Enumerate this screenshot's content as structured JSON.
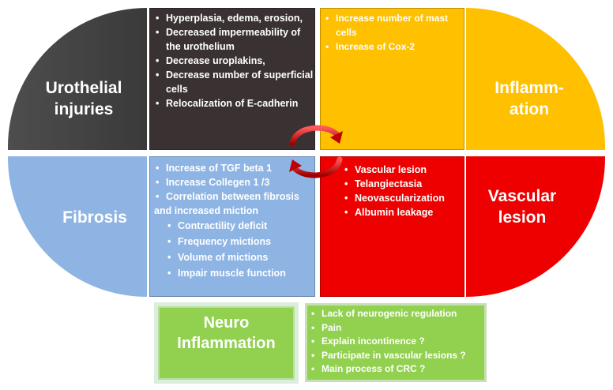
{
  "urothelial": {
    "title_line1": "Urothelial",
    "title_line2": "injuries",
    "items": [
      "Hyperplasia, edema, erosion,",
      "Decreased impermeability of the urothelium",
      "Decrease  uroplakins,",
      "Decrease number of superficial cells",
      "Relocalization of E-cadherin"
    ]
  },
  "inflammation": {
    "title_line1": "Inflamm-",
    "title_line2": "ation",
    "items": [
      "Increase number of mast cells",
      "Increase of Cox-2"
    ]
  },
  "fibrosis": {
    "title": "Fibrosis",
    "items": [
      "Increase of TGF beta 1",
      "Increase Collegen 1 /3",
      "Correlation between fibrosis and increased miction"
    ],
    "sub_items": [
      "Contractility deficit",
      "Frequency mictions",
      "Volume of mictions",
      "Impair muscle function"
    ]
  },
  "vascular": {
    "title_line1": "Vascular",
    "title_line2": "lesion",
    "items": [
      "Vascular lesion",
      "Telangiectasia",
      "Neovascularization",
      "Albumin leakage"
    ]
  },
  "neuro": {
    "title_line1": "Neuro",
    "title_line2": "Inflammation",
    "items": [
      "Lack of neurogenic regulation",
      "Pain",
      "Explain incontinence ?",
      "Participate in vascular lesions ?",
      "Main process of CRC ?"
    ]
  },
  "colors": {
    "urothelial": "#444444",
    "inflammation": "#ffc000",
    "fibrosis": "#8eb4e3",
    "vascular": "#ee0000",
    "neuro": "#92d050",
    "cycle_arrows": "#c00000"
  }
}
